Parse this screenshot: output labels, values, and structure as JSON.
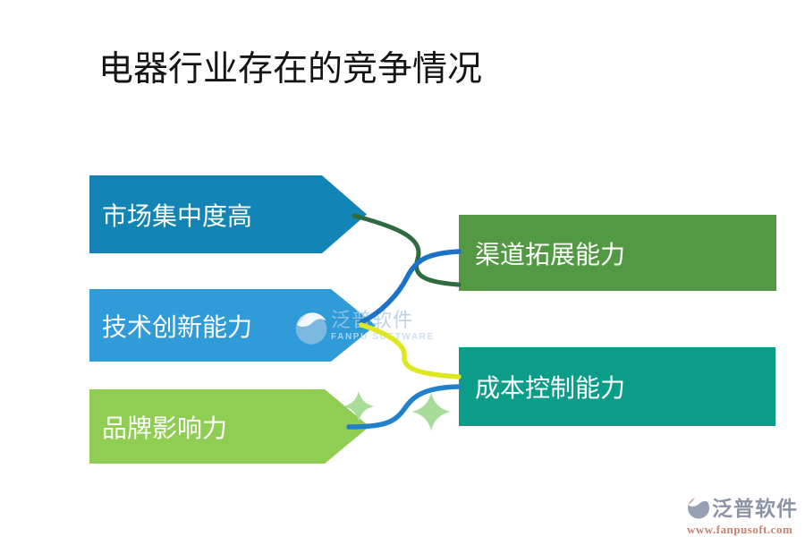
{
  "title": "电器行业存在的竞争情况",
  "left_items": [
    {
      "label": "市场集中度高",
      "color": "#1284B5"
    },
    {
      "label": "技术创新能力",
      "color": "#2F9CD9"
    },
    {
      "label": "品牌影响力",
      "color": "#8FCE52"
    }
  ],
  "right_items": [
    {
      "label": "渠道拓展能力",
      "color": "#539943"
    },
    {
      "label": "成本控制能力",
      "color": "#0B9C8A"
    }
  ],
  "connectors": [
    {
      "from": "市场集中度高",
      "to": "渠道拓展能力",
      "color": "#2E6B3F"
    },
    {
      "from": "技术创新能力",
      "to": "渠道拓展能力",
      "color": "#1B72C8"
    },
    {
      "from": "技术创新能力",
      "to": "成本控制能力",
      "color": "#DDE821"
    },
    {
      "from": "品牌影响力",
      "to": "成本控制能力",
      "color": "#2080CC"
    }
  ],
  "decor": {
    "star_color": "#A8DD97"
  },
  "watermark": {
    "brand": "泛普软件",
    "subtitle": "FANPU SOFTWARE"
  },
  "footer": {
    "brand": "泛普软件",
    "url": "www.fanpusoft.com"
  }
}
